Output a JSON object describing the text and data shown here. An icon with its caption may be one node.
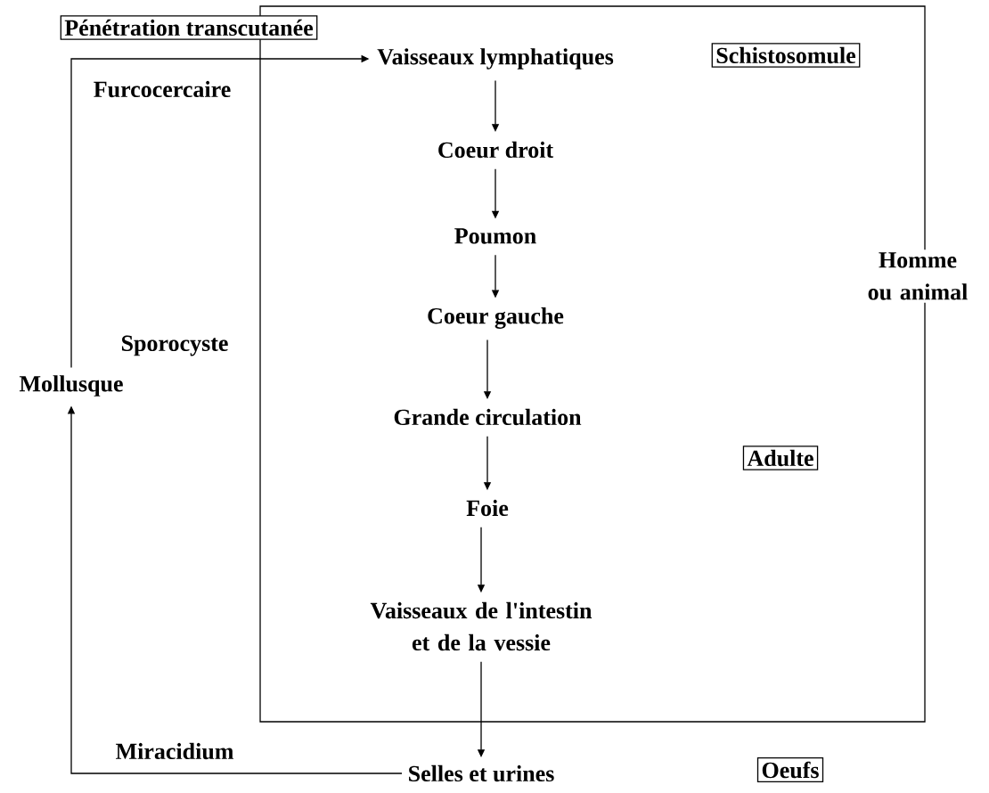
{
  "diagram": {
    "nodes": [
      {
        "text": [
          "Homme ou animal"
        ]
      },
      {
        "text": [
          "Pénétration transcutanée"
        ]
      },
      {
        "text": [
          "Vaisseaux lymphatiques"
        ],
        "in": 0
      },
      {
        "text": [
          "Schistosomule"
        ],
        "in": 0
      },
      {
        "text": [
          "Coeur droit"
        ],
        "in": 0
      },
      {
        "text": [
          "Poumon"
        ],
        "in": 0
      },
      {
        "text": [
          "Coeur gauche"
        ],
        "in": 0
      },
      {
        "text": [
          "Grande circulation"
        ],
        "in": 0
      },
      {
        "text": [
          "Adulte"
        ],
        "in": 0
      },
      {
        "text": [
          "Foie"
        ],
        "in": 0
      },
      {
        "text": [
          "Vaisseaux de l'intestin et de la vessie"
        ],
        "in": 0
      },
      {
        "text": [
          "Selles et urines"
        ]
      },
      {
        "text": [
          "Oeufs"
        ]
      },
      {
        "text": [
          "Mollusque"
        ]
      }
    ],
    "edges": [
      {
        "from": 13,
        "to": 2,
        "arrow": "to",
        "label": "Furcocercaire"
      },
      {
        "from": 2,
        "to": 4,
        "arrow": "to"
      },
      {
        "from": 4,
        "to": 5,
        "arrow": "to"
      },
      {
        "from": 5,
        "to": 6,
        "arrow": "to"
      },
      {
        "from": 6,
        "to": 7,
        "arrow": "to"
      },
      {
        "from": 7,
        "to": 9,
        "arrow": "to"
      },
      {
        "from": 9,
        "to": 10,
        "arrow": "to"
      },
      {
        "from": 10,
        "to": 11,
        "arrow": "to"
      },
      {
        "from": 11,
        "to": 13,
        "arrow": "to",
        "label": "Miracidium"
      }
    ],
    "labels": [
      "Sporocyste"
    ]
  }
}
